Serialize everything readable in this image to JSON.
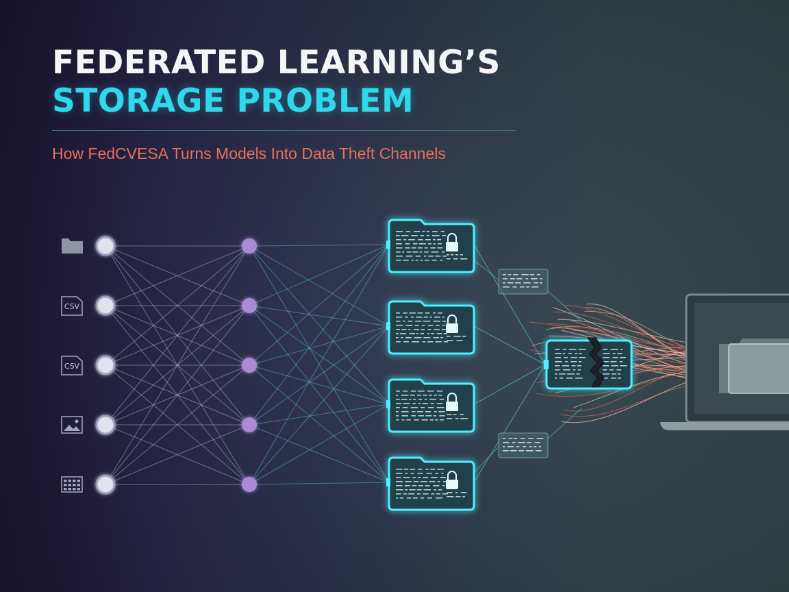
{
  "title": {
    "line1": "FEDERATED LEARNING’S",
    "line2": "STORAGE PROBLEM"
  },
  "subtitle": "How FedCVESA Turns Models Into Data Theft Channels",
  "colors": {
    "title_white": "#f4f6f8",
    "title_accent": "#2fd8ea",
    "subtitle": "#e9715c",
    "glow_cyan": "#4ff0ff",
    "hidden_node": "#a98bd6",
    "exfil_lines": "#e0705a"
  },
  "diagram": {
    "input_icons": [
      {
        "icon": "folder-icon",
        "label": ""
      },
      {
        "icon": "csv-file-icon",
        "label": "CSV"
      },
      {
        "icon": "csv-file-icon",
        "label": "CSV"
      },
      {
        "icon": "image-icon",
        "label": ""
      },
      {
        "icon": "spreadsheet-icon",
        "label": ""
      }
    ],
    "input_nodes": 5,
    "hidden_nodes": 5,
    "storage_folders": 4,
    "small_panels": 2,
    "central_module_state": "cracked",
    "destination": "laptop-icon"
  }
}
